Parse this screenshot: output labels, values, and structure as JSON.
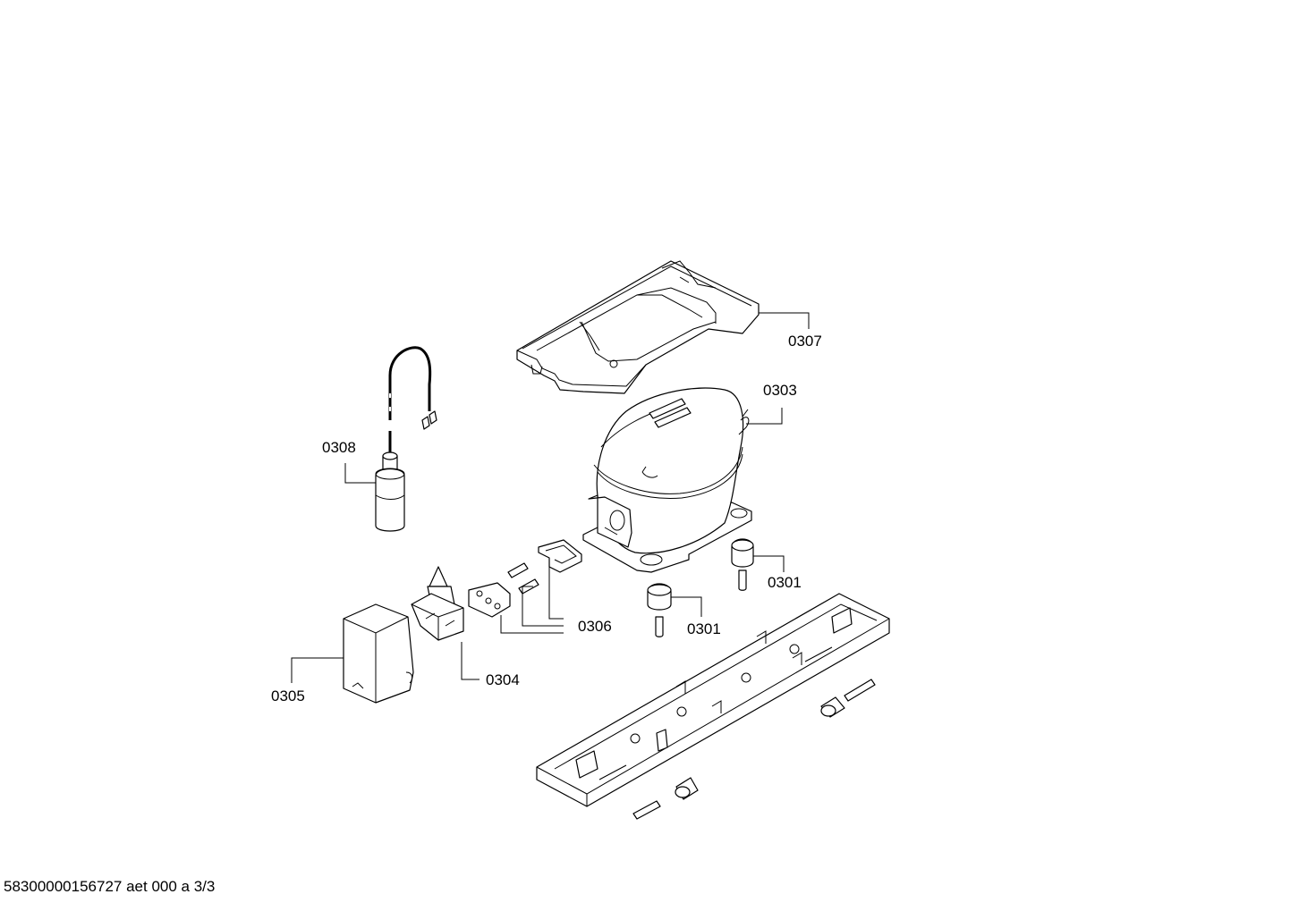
{
  "labels": {
    "p0307": "0307",
    "p0303": "0303",
    "p0308": "0308",
    "p0301a": "0301",
    "p0301b": "0301",
    "p0306": "0306",
    "p0304": "0304",
    "p0305": "0305"
  },
  "footer": "58300000156727 aet 000 a 3/3"
}
